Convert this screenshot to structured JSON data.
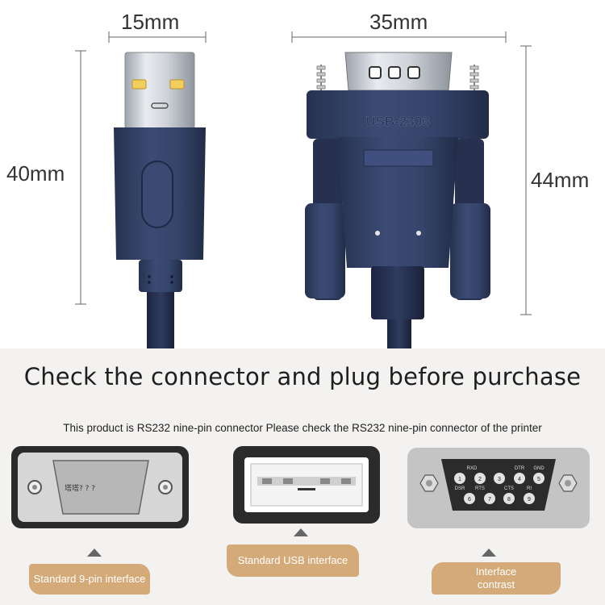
{
  "dimensions": {
    "usb_width": "15mm",
    "db9_width": "35mm",
    "usb_height": "40mm",
    "db9_height": "44mm"
  },
  "product": {
    "model_label": "USB-2303"
  },
  "info": {
    "headline": "Check the connector and plug before purchase",
    "subline": "This product is RS232 nine-pin connector Please check the RS232 nine-pin connector of the printer"
  },
  "thumbnails": {
    "db9_port_text": "塔塔? ? ?",
    "pinout": {
      "top_labels": [
        "RXD",
        "DTR",
        "GND"
      ],
      "bottom_labels": [
        "DSR",
        "RTS",
        "CTS",
        "RI"
      ],
      "top_pins": [
        "1",
        "2",
        "3",
        "4",
        "5"
      ],
      "bottom_pins": [
        "6",
        "7",
        "8",
        "9"
      ]
    }
  },
  "tags": {
    "standard_9pin": "Standard 9-pin interface",
    "standard_usb": "Standard USB interface",
    "interface_contrast": "Interface contrast"
  },
  "colors": {
    "connector_navy": "#2f3e63",
    "tag_tan": "#d4aa78",
    "bottom_bg": "#f3f2f1"
  }
}
